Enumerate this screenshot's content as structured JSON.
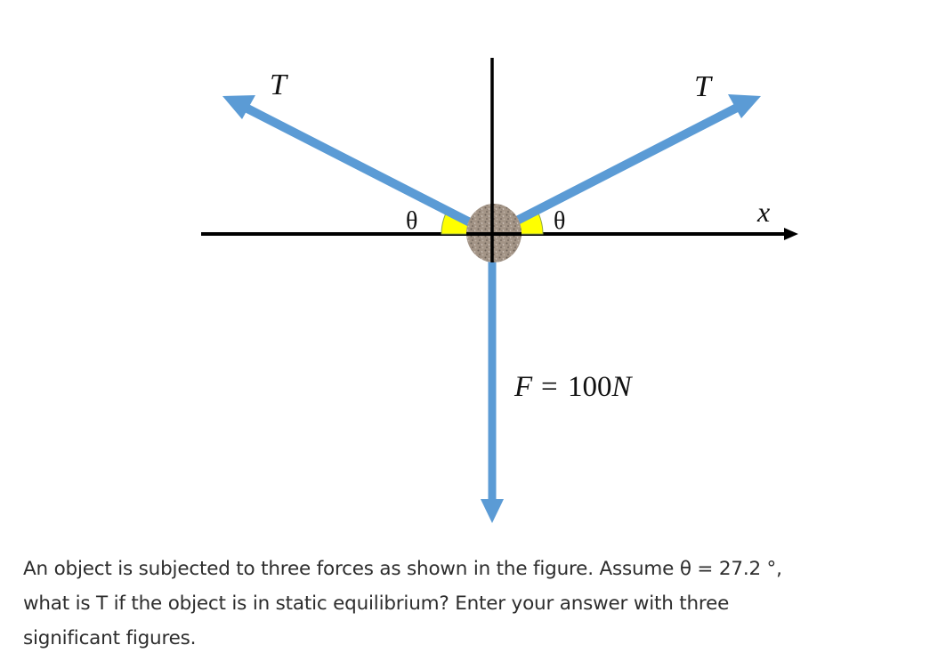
{
  "diagram": {
    "labels": {
      "tension_left": "T",
      "tension_right": "T",
      "angle_left": "θ",
      "angle_right": "θ",
      "x_axis": "x",
      "force_prefix": "F",
      "force_equals": "=",
      "force_value": "100N"
    },
    "colors": {
      "force_arrow": "#5b9bd5",
      "axis": "#000000",
      "angle_fill": "#ffff00",
      "object": "#9c8e82"
    }
  },
  "question": {
    "text": "An object is subjected to three forces as shown in the figure.  Assume θ = 27.2 °, what is T if the object is in static equilibrium? Enter your answer with three significant figures.",
    "line1": "An object is subjected to three forces as shown in the figure.  Assume θ = 27.2 °,",
    "line2": "what is T if the object is in static equilibrium? Enter your answer with three",
    "line3": "significant figures.",
    "theta_value": "27.2",
    "theta_unit": "°",
    "force_magnitude": "100 N"
  }
}
